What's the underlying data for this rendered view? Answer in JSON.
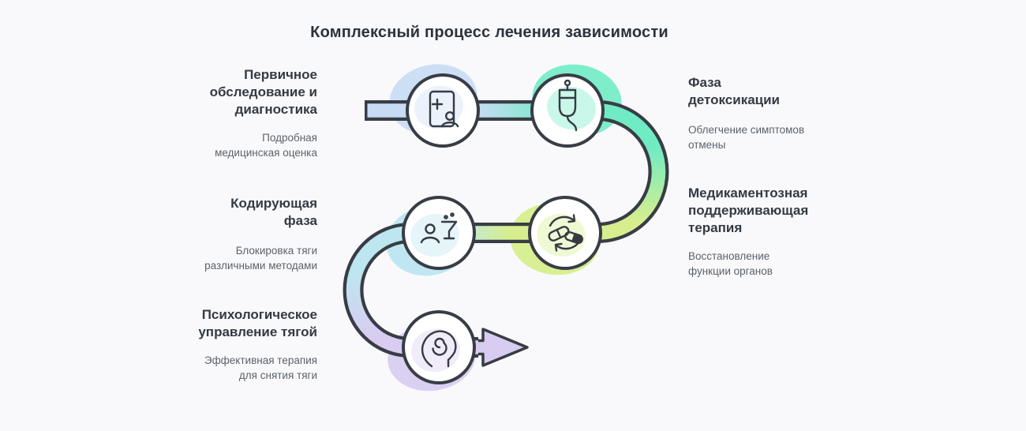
{
  "title": "Комплексный процесс лечения зависимости",
  "background_color": "#f9f9fc",
  "outline_color": "#383d45",
  "steps": [
    {
      "order": 1,
      "title": "Первичное обследование и диагностика",
      "subtitle": "Подробная медицинская оценка",
      "side": "left",
      "color": "#c7dcf4",
      "icon": "medical-report-icon"
    },
    {
      "order": 2,
      "title": "Фаза детоксикации",
      "subtitle": "Облегчение симптомов отмены",
      "side": "right",
      "color": "#70ebc4",
      "icon": "iv-drip-icon"
    },
    {
      "order": 3,
      "title": "Медикаментозная поддерживающая терапия",
      "subtitle": "Восстановление функции органов",
      "side": "right",
      "color": "#d6ee8e",
      "icon": "medication-refresh-icon"
    },
    {
      "order": 4,
      "title": "Кодирующая фаза",
      "subtitle": "Блокировка тяги различными методами",
      "side": "left",
      "color": "#bde6f0",
      "icon": "person-drink-icon"
    },
    {
      "order": 5,
      "title": "Психологическое управление тягой",
      "subtitle": "Эффективная терапия для снятия тяги",
      "side": "left",
      "color": "#d8cdf1",
      "icon": "mind-profile-icon"
    }
  ]
}
